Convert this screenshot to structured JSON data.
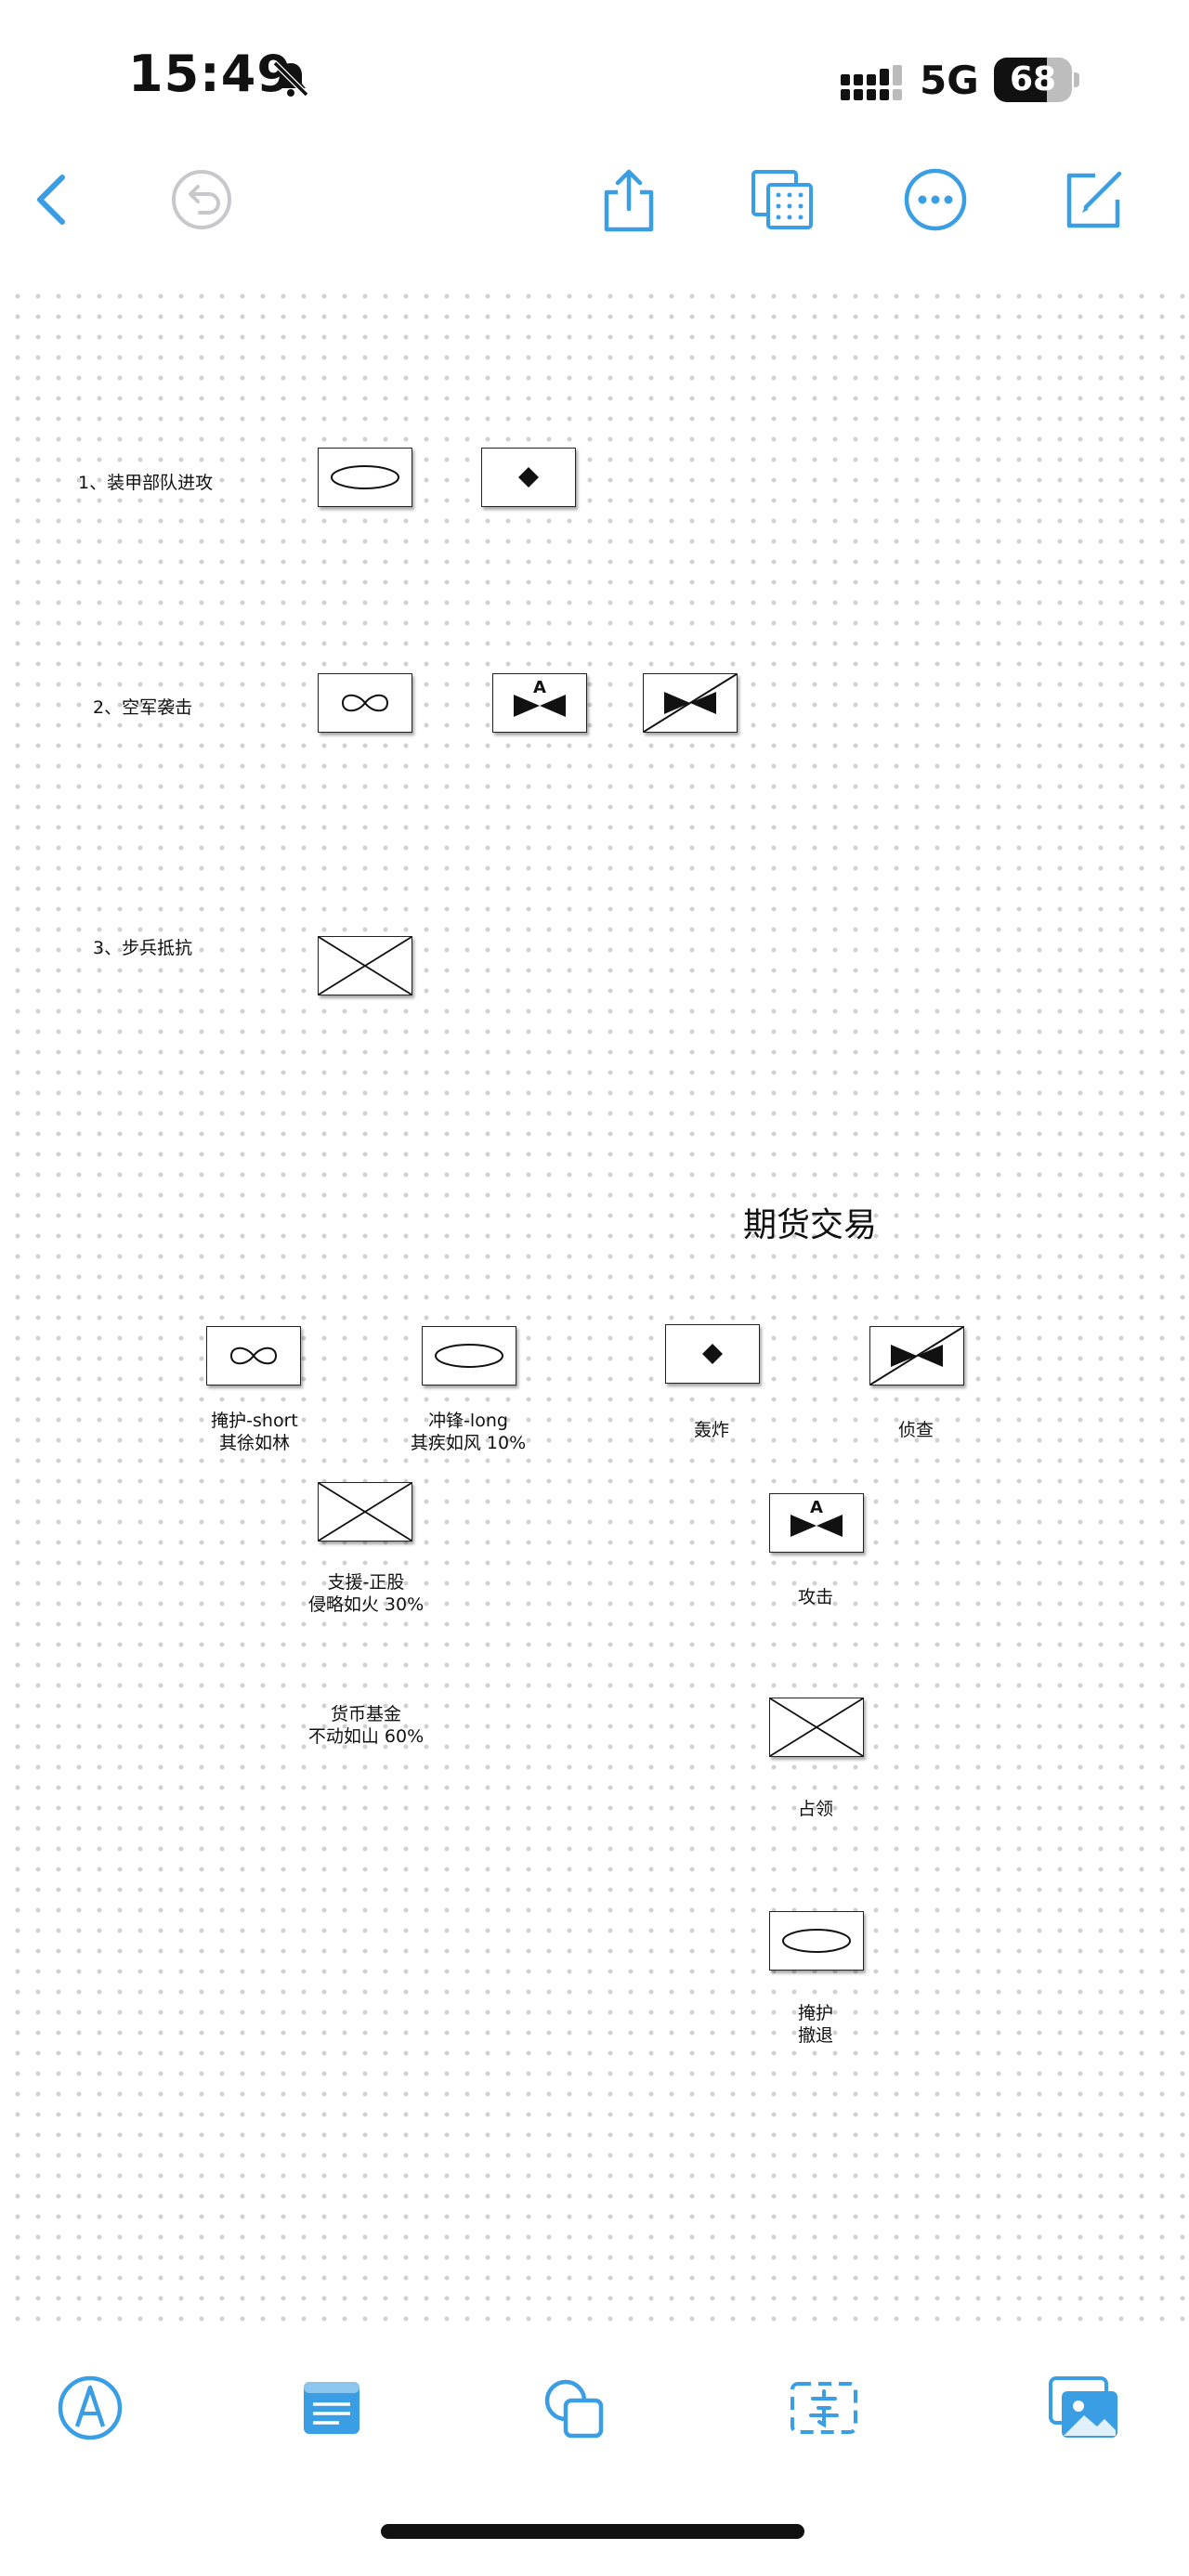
{
  "status_bar": {
    "time": "15:49",
    "network": "5G",
    "battery_level": 68,
    "battery_text": "68"
  },
  "toolbar": {
    "icons": [
      "back-chevron-icon",
      "undo-icon",
      "share-icon",
      "grid-view-icon",
      "more-icon",
      "compose-icon"
    ]
  },
  "colors": {
    "accent": "#3a9ee4",
    "disabled": "#c7c7cc",
    "dot_grid": "#cfcfcf"
  },
  "canvas": {
    "legend": {
      "row1": "1、装甲部队进攻",
      "row2": "2、空军袭击",
      "row3": "3、步兵抵抗"
    },
    "title": "期货交易",
    "items": {
      "cover_short": {
        "line1": "掩护-short",
        "line2": "其徐如林"
      },
      "charge_long": {
        "line1": "冲锋-long",
        "line2": "其疾如风 10%"
      },
      "bombard": {
        "line1": "轰炸"
      },
      "recon": {
        "line1": "侦查"
      },
      "support": {
        "line1": "支援-正股",
        "line2": "侵略如火 30%"
      },
      "attack": {
        "line1": "攻击"
      },
      "money_fund": {
        "line1": "货币基金",
        "line2": "不动如山 60%"
      },
      "occupy": {
        "line1": "占领"
      },
      "retreat": {
        "line1": "掩护",
        "line2": "撤退"
      }
    },
    "symbol_labels": {
      "airborne_letter": "A"
    }
  },
  "bottom_bar": {
    "icons": [
      "pen-tool-icon",
      "text-box-icon",
      "shapes-icon",
      "text-insert-icon",
      "photo-insert-icon"
    ]
  }
}
